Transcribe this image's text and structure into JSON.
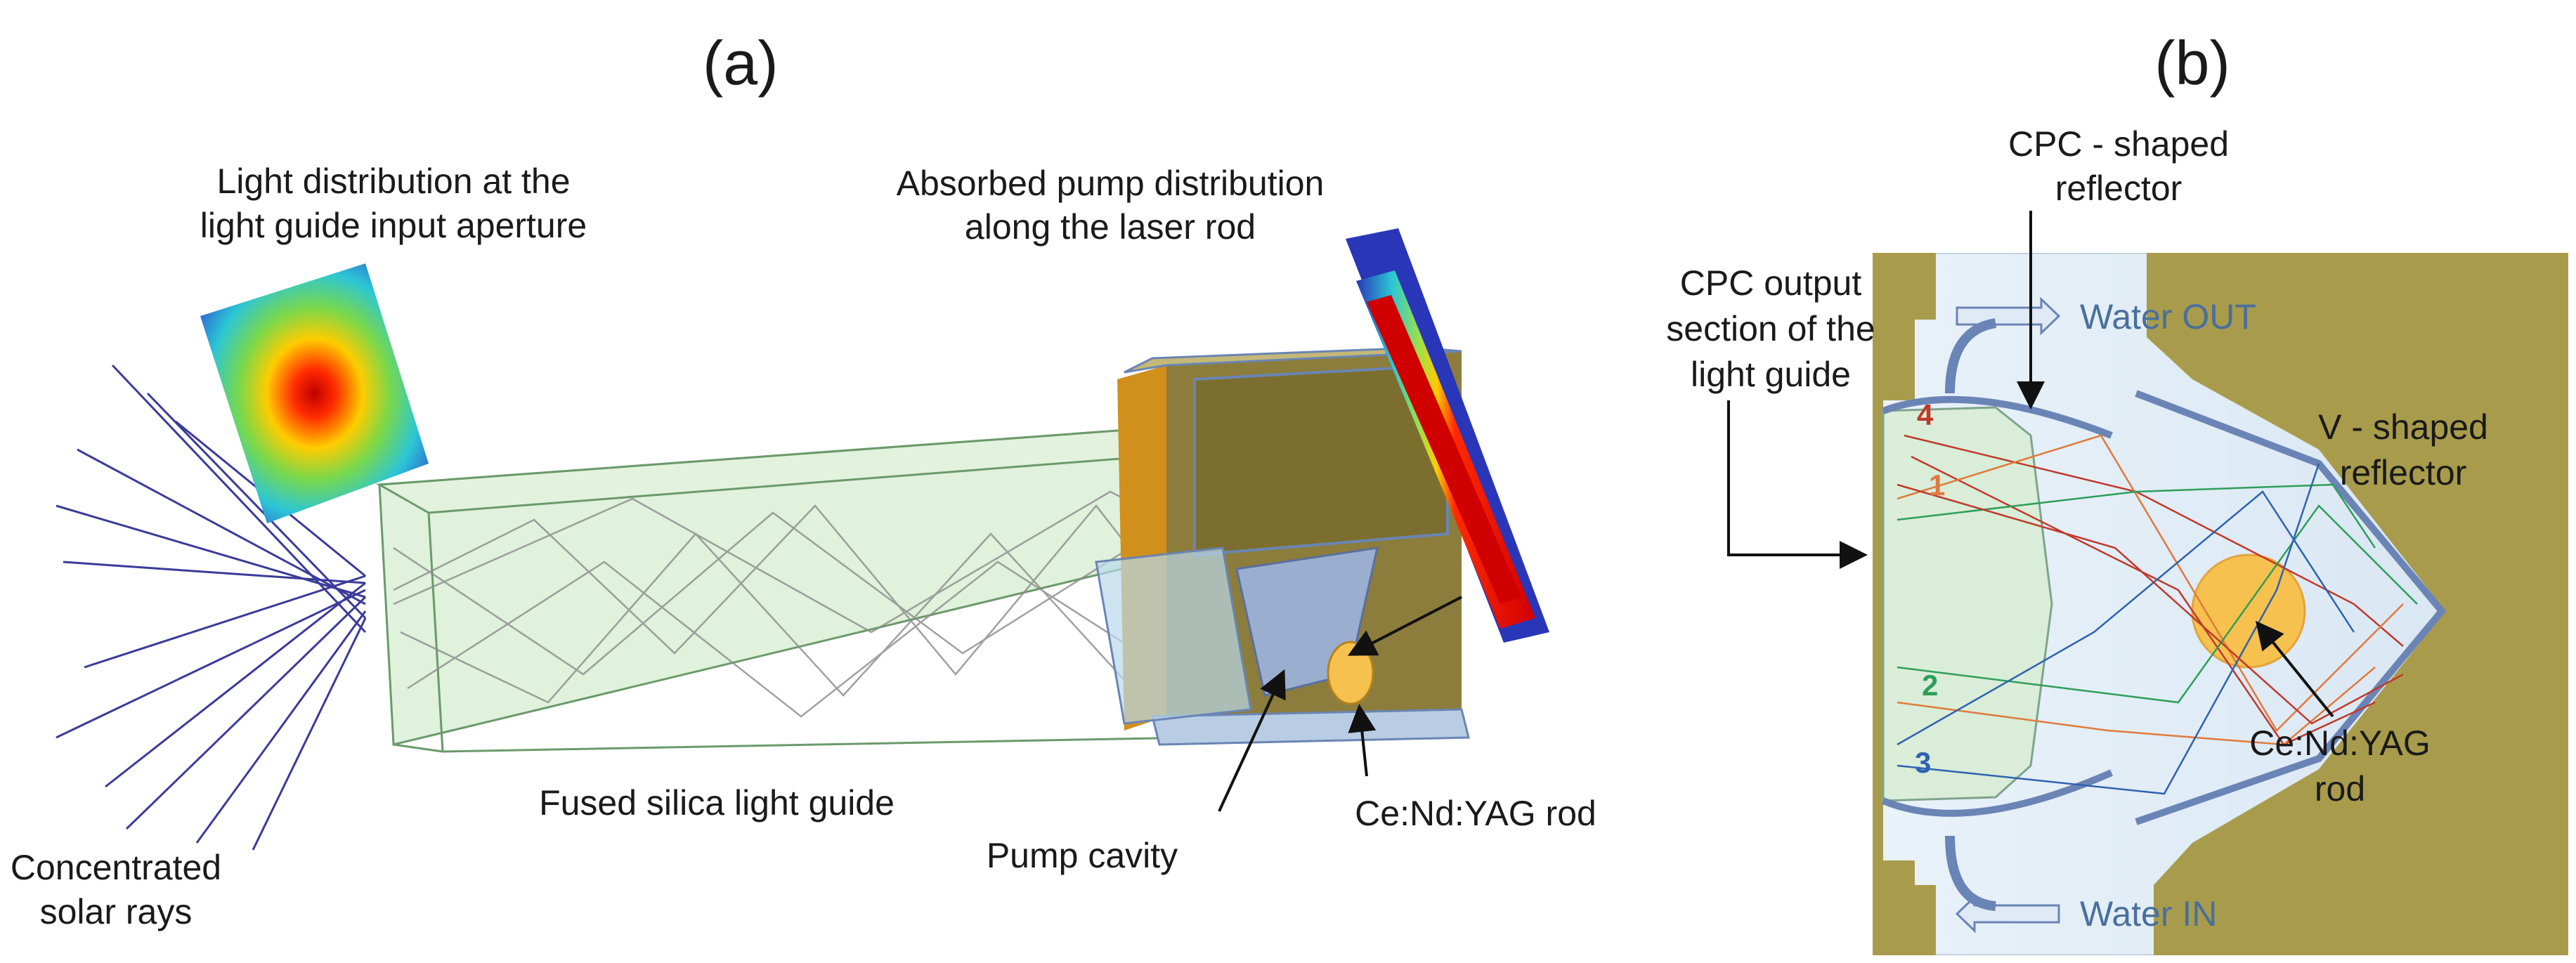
{
  "panel_a": {
    "label": "(a)",
    "light_distribution_line1": "Light distribution at the",
    "light_distribution_line2": "light guide input aperture",
    "absorbed_line1": "Absorbed pump distribution",
    "absorbed_line2": "along the laser rod",
    "light_guide": "Fused silica light guide",
    "pump_cavity": "Pump cavity",
    "rod": "Ce:Nd:YAG rod",
    "solar_line1": "Concentrated",
    "solar_line2": "solar rays"
  },
  "panel_b": {
    "label": "(b)",
    "cpc_reflector_line1": "CPC - shaped",
    "cpc_reflector_line2": "reflector",
    "cpc_output_line1": "CPC output",
    "cpc_output_line2": "section of the",
    "cpc_output_line3": "light guide",
    "v_reflector_line1": "V - shaped",
    "v_reflector_line2": "reflector",
    "rod_line1": "Ce:Nd:YAG",
    "rod_line2": "rod",
    "water_out": "Water OUT",
    "water_in": "Water IN",
    "ray_numbers": [
      "4",
      "1",
      "2",
      "3"
    ]
  },
  "colors": {
    "housing": "#a89c4c",
    "water": "#dce8f3",
    "reflector": "#6b84b6",
    "rod": "#f6c14e",
    "guide": "#cfe7c3",
    "ray_red": "#c0392b",
    "ray_orange": "#e07a3c",
    "ray_green": "#2e9e5a",
    "ray_blue": "#2f62b0"
  }
}
